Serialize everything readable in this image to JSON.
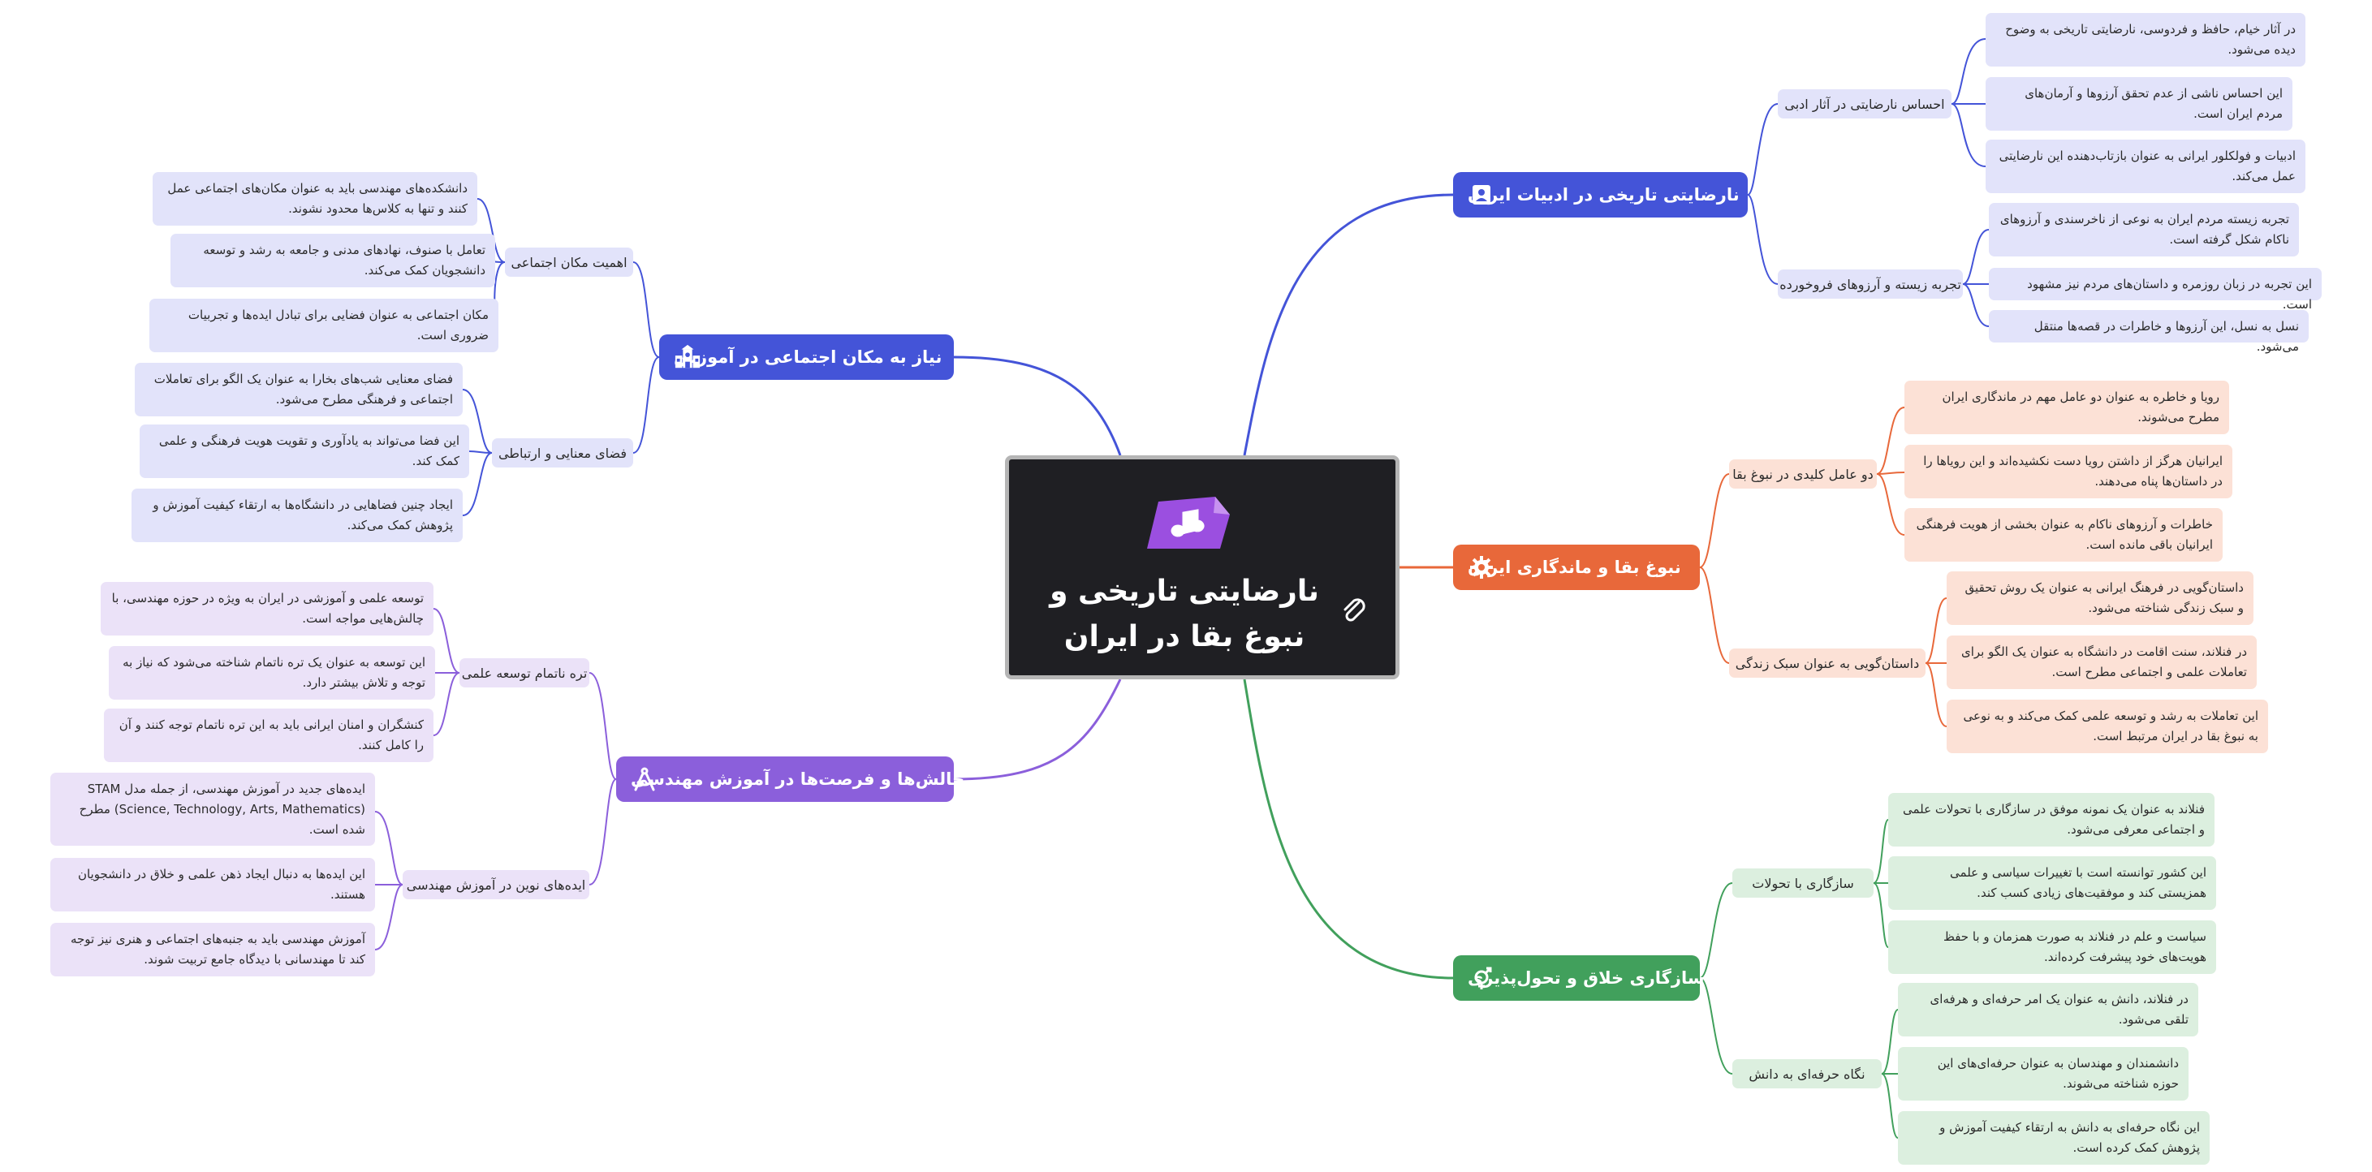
{
  "center": {
    "title": "نارضایتی تاریخی و نبوغ بقا در ایران",
    "icon": "music-note-icon",
    "extra_icon": "paperclip-icon"
  },
  "colors": {
    "blue": "#4454d8",
    "orange": "#e8683a",
    "green": "#41a05c",
    "purple": "#8b5fdb"
  },
  "branches": [
    {
      "key": "b1",
      "label": "نارضایتی تاریخی در ادبیات ایران",
      "icon": "book-person-icon",
      "color": "#4454d8",
      "subs": [
        {
          "label": "احساس نارضایتی در آثار ادبی",
          "leaves": [
            "در آثار خیام، حافظ و فردوسی، نارضایتی تاریخی به وضوح دیده می‌شود.",
            "این احساس ناشی از عدم تحقق آرزوها و آرمان‌های مردم ایران است.",
            "ادبیات و فولکلور ایرانی به عنوان بازتاب‌دهنده این نارضایتی عمل می‌کند."
          ]
        },
        {
          "label": "تجربه زیسته و آرزوهای فروخورده",
          "leaves": [
            "تجربه زیسته مردم ایران به نوعی از ناخرسندی و آرزوهای ناکام شکل گرفته است.",
            "این تجربه در زبان روزمره و داستان‌های مردم نیز مشهود است.",
            "نسل به نسل، این آرزوها و خاطرات در قصه‌ها منتقل می‌شود."
          ]
        }
      ]
    },
    {
      "key": "b2",
      "label": "نبوغ بقا و ماندگاری ایران",
      "icon": "gear-icon",
      "color": "#e8683a",
      "subs": [
        {
          "label": "دو عامل کلیدی در نبوغ بقا",
          "leaves": [
            "رویا و خاطره به عنوان دو عامل مهم در ماندگاری ایران مطرح می‌شوند.",
            "ایرانیان هرگز از داشتن رویا دست نکشیده‌اند و این رویاها را در داستان‌ها پناه می‌دهند.",
            "خاطرات و آرزوهای ناکام به عنوان بخشی از هویت فرهنگی ایرانیان باقی مانده است."
          ]
        },
        {
          "label": "داستان‌گویی به عنوان سبک زندگی",
          "leaves": [
            "داستان‌گویی در فرهنگ ایرانی به عنوان یک روش تحقیق و سبک زندگی شناخته می‌شود.",
            "در فنلاند، سنت اقامت در دانشگاه به عنوان یک الگو برای تعاملات علمی و اجتماعی مطرح است.",
            "این تعاملات به رشد و توسعه علمی کمک می‌کند و به نوعی به نبوغ بقا در ایران مرتبط است."
          ]
        }
      ]
    },
    {
      "key": "b3",
      "label": "سازگاری خلاق و تحول‌پذیری",
      "icon": "gender-symbol-icon",
      "color": "#41a05c",
      "subs": [
        {
          "label": "سازگاری با تحولات",
          "leaves": [
            "فنلاند به عنوان یک نمونه موفق در سازگاری با تحولات علمی و اجتماعی معرفی می‌شود.",
            "این کشور توانسته است با تغییرات سیاسی و علمی همزیستی کند و موفقیت‌های زیادی کسب کند.",
            "سیاست و علم در فنلاند به صورت همزمان و با حفظ هویت‌های خود پیشرفت کرده‌اند."
          ]
        },
        {
          "label": "نگاه حرفه‌ای به دانش",
          "leaves": [
            "در فنلاند، دانش به عنوان یک امر حرفه‌ای و هرفه‌ای تلقی می‌شود.",
            "دانشمندان و مهندسان به عنوان حرفه‌ای‌های این حوزه شناخته می‌شوند.",
            "این نگاه حرفه‌ای به دانش به ارتقاء کیفیت آموزش و پژوهش کمک کرده است."
          ]
        }
      ]
    },
    {
      "key": "b4",
      "label": "نیاز به مکان اجتماعی در آموزش",
      "icon": "school-building-icon",
      "color": "#4454d8",
      "subs": [
        {
          "label": "اهمیت مکان اجتماعی",
          "leaves": [
            "دانشکده‌های مهندسی باید به عنوان مکان‌های اجتماعی عمل کنند و تنها به کلاس‌ها محدود نشوند.",
            "تعامل با صنوف، نهادهای مدنی و جامعه به رشد و توسعه دانشجویان کمک می‌کند.",
            "مکان اجتماعی به عنوان فضایی برای تبادل ایده‌ها و تجربیات ضروری است."
          ]
        },
        {
          "label": "فضای معنایی و ارتباطی",
          "leaves": [
            "فضای معنایی شب‌های بخارا به عنوان یک الگو برای تعاملات اجتماعی و فرهنگی مطرح می‌شود.",
            "این فضا می‌تواند به یادآوری و تقویت هویت فرهنگی و علمی کمک کند.",
            "ایجاد چنین فضاهایی در دانشگاه‌ها به ارتقاء کیفیت آموزش و پژوهش کمک می‌کند."
          ]
        }
      ]
    },
    {
      "key": "b5",
      "label": "چالش‌ها و فرصت‌ها در آموزش مهندسی",
      "icon": "drafting-compass-icon",
      "color": "#8b5fdb",
      "subs": [
        {
          "label": "تره ناتمام توسعه علمی",
          "leaves": [
            "توسعه علمی و آموزشی در ایران به ویژه در حوزه مهندسی، با چالش‌هایی مواجه است.",
            "این توسعه به عنوان یک تره ناتمام شناخته می‌شود که نیاز به توجه و تلاش بیشتر دارد.",
            "کنشگران و امنان ایرانی باید به این تره ناتمام توجه کنند و آن را کامل کنند."
          ]
        },
        {
          "label": "ایده‌های نوین در آموزش مهندسی",
          "leaves": [
            "ایده‌های جدید در آموزش مهندسی، از جمله مدل STAM (Science, Technology, Arts, Mathematics) مطرح شده است.",
            "این ایده‌ها به دنبال ایجاد ذهن علمی و خلاق در دانشجویان هستند.",
            "آموزش مهندسی باید به جنبه‌های اجتماعی و هنری نیز توجه کند تا مهندسانی با دیدگاه جامع تربیت شوند."
          ]
        }
      ]
    }
  ]
}
